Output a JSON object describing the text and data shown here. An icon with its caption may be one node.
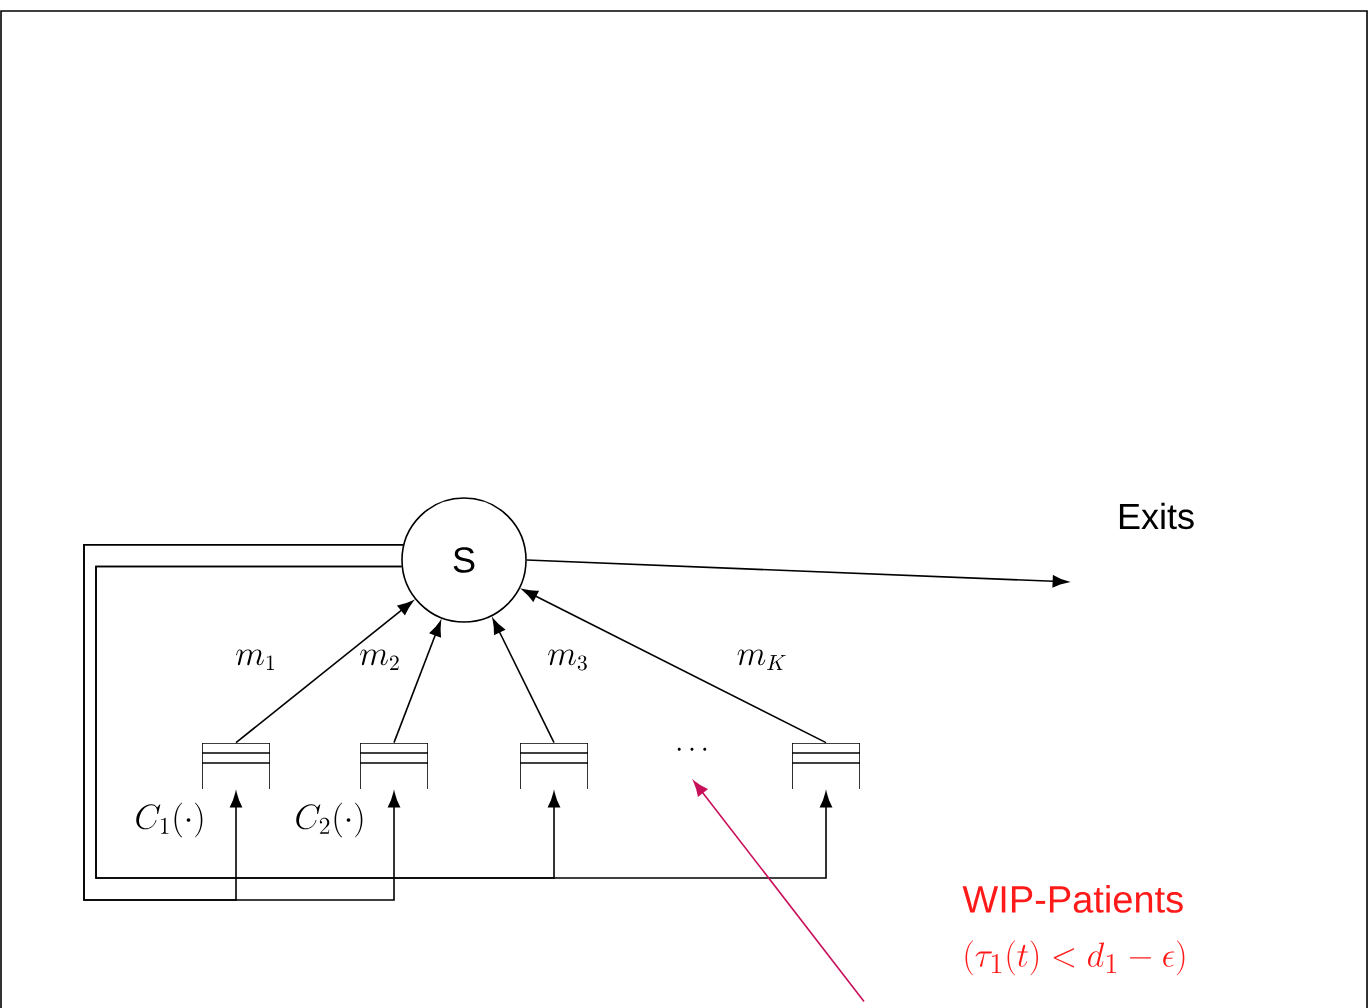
{
  "diagram": {
    "nodes": [
      {
        "text": [
          "S"
        ]
      },
      {
        "text": [
          "Exits"
        ]
      },
      {
        "text": [],
        "shape": "box",
        "beside": [
          "C_1(\\cdot)"
        ]
      },
      {
        "text": [],
        "shape": "box",
        "beside": [
          "C_2(\\cdot)"
        ]
      },
      {
        "text": [],
        "shape": "box"
      },
      {
        "text": [
          "\\cdots"
        ]
      },
      {
        "text": [],
        "shape": "box"
      },
      {
        "text": [
          "WIP-Patients",
          "(\\tau_1(t) < d_1 - \\epsilon)"
        ]
      }
    ],
    "edges": [
      {
        "from": 0,
        "to": 1,
        "arrow": "to"
      },
      {
        "from": 2,
        "to": 0,
        "arrow": "to",
        "label": "m_1"
      },
      {
        "from": 3,
        "to": 0,
        "arrow": "to",
        "label": "m_2"
      },
      {
        "from": 4,
        "to": 0,
        "arrow": "to",
        "label": "m_3"
      },
      {
        "from": 6,
        "to": 0,
        "arrow": "to",
        "label": "m_K"
      },
      {
        "from": 0,
        "to": 2,
        "arrow": "to"
      },
      {
        "from": 0,
        "to": 3,
        "arrow": "to"
      },
      {
        "from": 0,
        "to": 4,
        "arrow": "to"
      },
      {
        "from": 0,
        "to": 6,
        "arrow": "to"
      },
      {
        "from": 7,
        "to": 5,
        "arrow": "to",
        "color": "#c8105a"
      }
    ]
  }
}
